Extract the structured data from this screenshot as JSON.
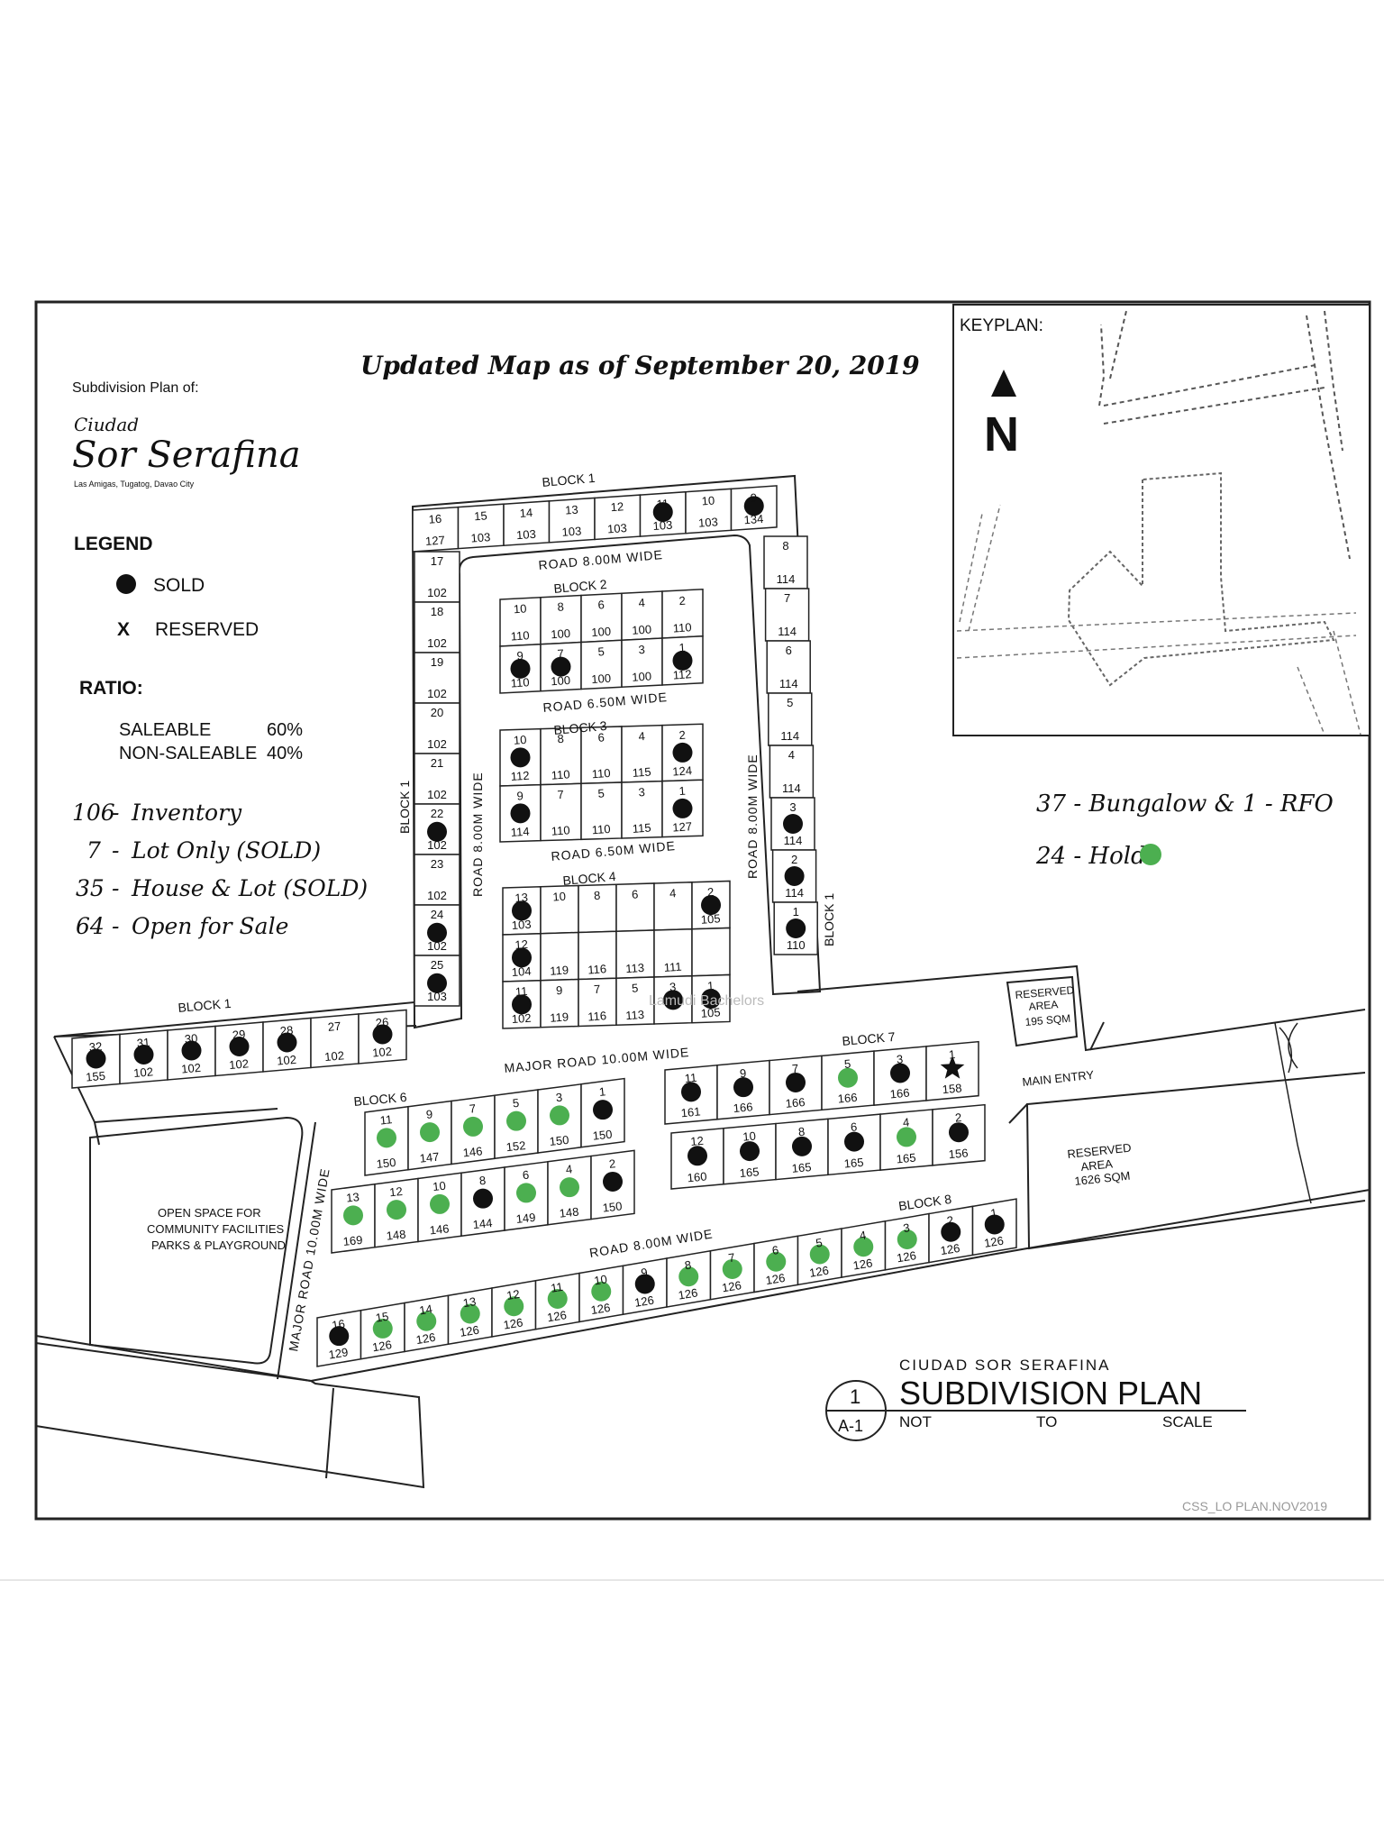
{
  "updated_title": "Updated Map as of September 20, 2019",
  "subdivision_plan_of": "Subdivision Plan of:",
  "logo": {
    "line1": "Ciudad",
    "line2": "Sor Serafina",
    "address": "Las Amigas, Tugatog, Davao City"
  },
  "legend": {
    "title": "LEGEND",
    "sold_label": "SOLD",
    "reserved_symbol": "X",
    "reserved_label": "RESERVED"
  },
  "ratio": {
    "title": "RATIO:",
    "saleable_label": "SALEABLE",
    "saleable_value": "60%",
    "non_saleable_label": "NON-SALEABLE",
    "non_saleable_value": "40%"
  },
  "summary": [
    {
      "count": "106",
      "label": "Inventory"
    },
    {
      "count": "7",
      "label": "Lot Only (SOLD)"
    },
    {
      "count": "35",
      "label": "House & Lot (SOLD)"
    },
    {
      "count": "64",
      "label": "Open for Sale"
    }
  ],
  "summary_right": {
    "bungalow": "37 - Bungalow & 1 - RFO",
    "hold": "24 - Hold"
  },
  "keyplan": {
    "title": "KEYPLAN:",
    "north": "N"
  },
  "roads": {
    "top": "ROAD 8.00M WIDE",
    "block2_3": "ROAD 6.50M WIDE",
    "block3_4": "ROAD 6.50M WIDE",
    "left_vertical": "ROAD 8.00M WIDE",
    "right_vertical": "ROAD 8.00M WIDE",
    "major": "MAJOR ROAD 10.00M WIDE",
    "major_vertical": "MAJOR ROAD 10.00M WIDE",
    "bottom": "ROAD 8.00M WIDE"
  },
  "block_labels": {
    "b1_top": "BLOCK 1",
    "b1_left": "BLOCK 1",
    "b1_right": "BLOCK 1",
    "b1_bottom": "BLOCK 1",
    "b2": "BLOCK 2",
    "b3": "BLOCK 3",
    "b4": "BLOCK 4",
    "b6": "BLOCK 6",
    "b7": "BLOCK 7",
    "b8": "BLOCK 8"
  },
  "reserved_small": {
    "line1": "RESERVED",
    "line2": "AREA",
    "line3": "195 SQM"
  },
  "reserved_large": {
    "line1": "RESERVED",
    "line2": "AREA",
    "line3": "1626 SQM"
  },
  "main_entry": "MAIN ENTRY",
  "open_space": [
    "OPEN SPACE FOR",
    "COMMUNITY FACILITIES",
    "PARKS & PLAYGROUND"
  ],
  "title_block": {
    "circle_top": "1",
    "circle_bottom": "A-1",
    "project": "CIUDAD SOR SERAFINA",
    "plan": "SUBDIVISION PLAN",
    "not": "NOT",
    "to": "TO",
    "scale": "SCALE"
  },
  "file_ref": "CSS_LO PLAN.NOV2019",
  "watermark": "Lamudi Bachelors",
  "colors": {
    "sold": "#111111",
    "hold": "#4caf50",
    "line": "#222222"
  },
  "lots": {
    "block1_top": [
      {
        "n": "16",
        "a": "127"
      },
      {
        "n": "15",
        "a": "103"
      },
      {
        "n": "14",
        "a": "103"
      },
      {
        "n": "13",
        "a": "103"
      },
      {
        "n": "12",
        "a": "103"
      },
      {
        "n": "11",
        "a": "103",
        "s": "sold"
      },
      {
        "n": "10",
        "a": "103"
      },
      {
        "n": "9",
        "a": "134",
        "s": "sold"
      }
    ],
    "block1_left": [
      {
        "n": "17",
        "a": "102"
      },
      {
        "n": "18",
        "a": "102"
      },
      {
        "n": "19",
        "a": "102"
      },
      {
        "n": "20",
        "a": "102"
      },
      {
        "n": "21",
        "a": "102"
      },
      {
        "n": "22",
        "a": "102",
        "s": "sold"
      },
      {
        "n": "23",
        "a": "102"
      },
      {
        "n": "24",
        "a": "102",
        "s": "sold"
      },
      {
        "n": "25",
        "a": "103",
        "s": "sold"
      }
    ],
    "block1_right": [
      {
        "n": "8",
        "a": "114"
      },
      {
        "n": "7",
        "a": "114"
      },
      {
        "n": "6",
        "a": "114"
      },
      {
        "n": "5",
        "a": "114"
      },
      {
        "n": "4",
        "a": "114"
      },
      {
        "n": "3",
        "a": "114",
        "s": "sold"
      },
      {
        "n": "2",
        "a": "114",
        "s": "sold"
      },
      {
        "n": "1",
        "a": "110",
        "s": "sold"
      }
    ],
    "block1_bottom": [
      {
        "n": "32",
        "a": "155",
        "s": "sold"
      },
      {
        "n": "31",
        "a": "102",
        "s": "sold"
      },
      {
        "n": "30",
        "a": "102",
        "s": "sold"
      },
      {
        "n": "29",
        "a": "102",
        "s": "sold"
      },
      {
        "n": "28",
        "a": "102",
        "s": "sold"
      },
      {
        "n": "27",
        "a": "102"
      },
      {
        "n": "26",
        "a": "102",
        "s": "sold"
      }
    ],
    "block2": [
      {
        "n": "10",
        "a": "110"
      },
      {
        "n": "8",
        "a": "100"
      },
      {
        "n": "6",
        "a": "100"
      },
      {
        "n": "4",
        "a": "100"
      },
      {
        "n": "2",
        "a": "110"
      },
      {
        "n": "9",
        "a": "110",
        "s": "sold"
      },
      {
        "n": "7",
        "a": "100",
        "s": "sold"
      },
      {
        "n": "5",
        "a": "100"
      },
      {
        "n": "3",
        "a": "100"
      },
      {
        "n": "1",
        "a": "112",
        "s": "sold"
      }
    ],
    "block3": [
      {
        "n": "10",
        "a": "112",
        "s": "sold"
      },
      {
        "n": "8",
        "a": "110"
      },
      {
        "n": "6",
        "a": "110"
      },
      {
        "n": "4",
        "a": "115"
      },
      {
        "n": "2",
        "a": "124",
        "s": "sold"
      },
      {
        "n": "9",
        "a": "114",
        "s": "sold"
      },
      {
        "n": "7",
        "a": "110"
      },
      {
        "n": "5",
        "a": "110"
      },
      {
        "n": "3",
        "a": "115"
      },
      {
        "n": "1",
        "a": "127",
        "s": "sold"
      }
    ],
    "block4": [
      {
        "n": "13",
        "a": "103",
        "s": "sold"
      },
      {
        "n": "10",
        "a": ""
      },
      {
        "n": "8",
        "a": ""
      },
      {
        "n": "6",
        "a": ""
      },
      {
        "n": "4",
        "a": ""
      },
      {
        "n": "2",
        "a": "105",
        "s": "sold"
      },
      {
        "n": "12",
        "a": "104",
        "s": "sold"
      },
      {
        "n": "",
        "a": "119"
      },
      {
        "n": "",
        "a": "116"
      },
      {
        "n": "",
        "a": "113"
      },
      {
        "n": "",
        "a": "111"
      },
      {
        "n": "",
        "a": ""
      },
      {
        "n": "11",
        "a": "102",
        "s": "sold"
      },
      {
        "n": "9",
        "a": "119"
      },
      {
        "n": "7",
        "a": "116"
      },
      {
        "n": "5",
        "a": "113"
      },
      {
        "n": "3",
        "a": "",
        "s": "sold"
      },
      {
        "n": "1",
        "a": "105",
        "s": "sold"
      }
    ],
    "block6_top": [
      {
        "n": "11",
        "a": "150",
        "s": "hold"
      },
      {
        "n": "9",
        "a": "147",
        "s": "hold"
      },
      {
        "n": "7",
        "a": "146",
        "s": "hold"
      },
      {
        "n": "5",
        "a": "152",
        "s": "hold"
      },
      {
        "n": "3",
        "a": "150",
        "s": "hold"
      },
      {
        "n": "1",
        "a": "150",
        "s": "sold"
      }
    ],
    "block6_bottom": [
      {
        "n": "13",
        "a": "169",
        "s": "hold"
      },
      {
        "n": "12",
        "a": "148",
        "s": "hold"
      },
      {
        "n": "10",
        "a": "146",
        "s": "hold"
      },
      {
        "n": "8",
        "a": "144",
        "s": "sold"
      },
      {
        "n": "6",
        "a": "149",
        "s": "hold"
      },
      {
        "n": "4",
        "a": "148",
        "s": "hold"
      },
      {
        "n": "2",
        "a": "150",
        "s": "sold"
      }
    ],
    "block7_top": [
      {
        "n": "11",
        "a": "161",
        "s": "sold"
      },
      {
        "n": "9",
        "a": "166",
        "s": "sold"
      },
      {
        "n": "7",
        "a": "166",
        "s": "sold"
      },
      {
        "n": "5",
        "a": "166",
        "s": "hold"
      },
      {
        "n": "3",
        "a": "166",
        "s": "sold"
      },
      {
        "n": "1",
        "a": "158",
        "s": "rfo"
      }
    ],
    "block7_bottom": [
      {
        "n": "12",
        "a": "160",
        "s": "sold"
      },
      {
        "n": "10",
        "a": "165",
        "s": "sold"
      },
      {
        "n": "8",
        "a": "165",
        "s": "sold"
      },
      {
        "n": "6",
        "a": "165",
        "s": "sold"
      },
      {
        "n": "4",
        "a": "165",
        "s": "hold"
      },
      {
        "n": "2",
        "a": "156",
        "s": "sold"
      }
    ],
    "block8": [
      {
        "n": "16",
        "a": "129",
        "s": "sold"
      },
      {
        "n": "15",
        "a": "126",
        "s": "hold"
      },
      {
        "n": "14",
        "a": "126",
        "s": "hold"
      },
      {
        "n": "13",
        "a": "126",
        "s": "hold"
      },
      {
        "n": "12",
        "a": "126",
        "s": "hold"
      },
      {
        "n": "11",
        "a": "126",
        "s": "hold"
      },
      {
        "n": "10",
        "a": "126",
        "s": "hold"
      },
      {
        "n": "9",
        "a": "126",
        "s": "sold"
      },
      {
        "n": "8",
        "a": "126",
        "s": "hold"
      },
      {
        "n": "7",
        "a": "126",
        "s": "hold"
      },
      {
        "n": "6",
        "a": "126",
        "s": "hold"
      },
      {
        "n": "5",
        "a": "126",
        "s": "hold"
      },
      {
        "n": "4",
        "a": "126",
        "s": "hold"
      },
      {
        "n": "3",
        "a": "126",
        "s": "hold"
      },
      {
        "n": "2",
        "a": "126",
        "s": "sold"
      },
      {
        "n": "1",
        "a": "126",
        "s": "sold"
      }
    ]
  }
}
